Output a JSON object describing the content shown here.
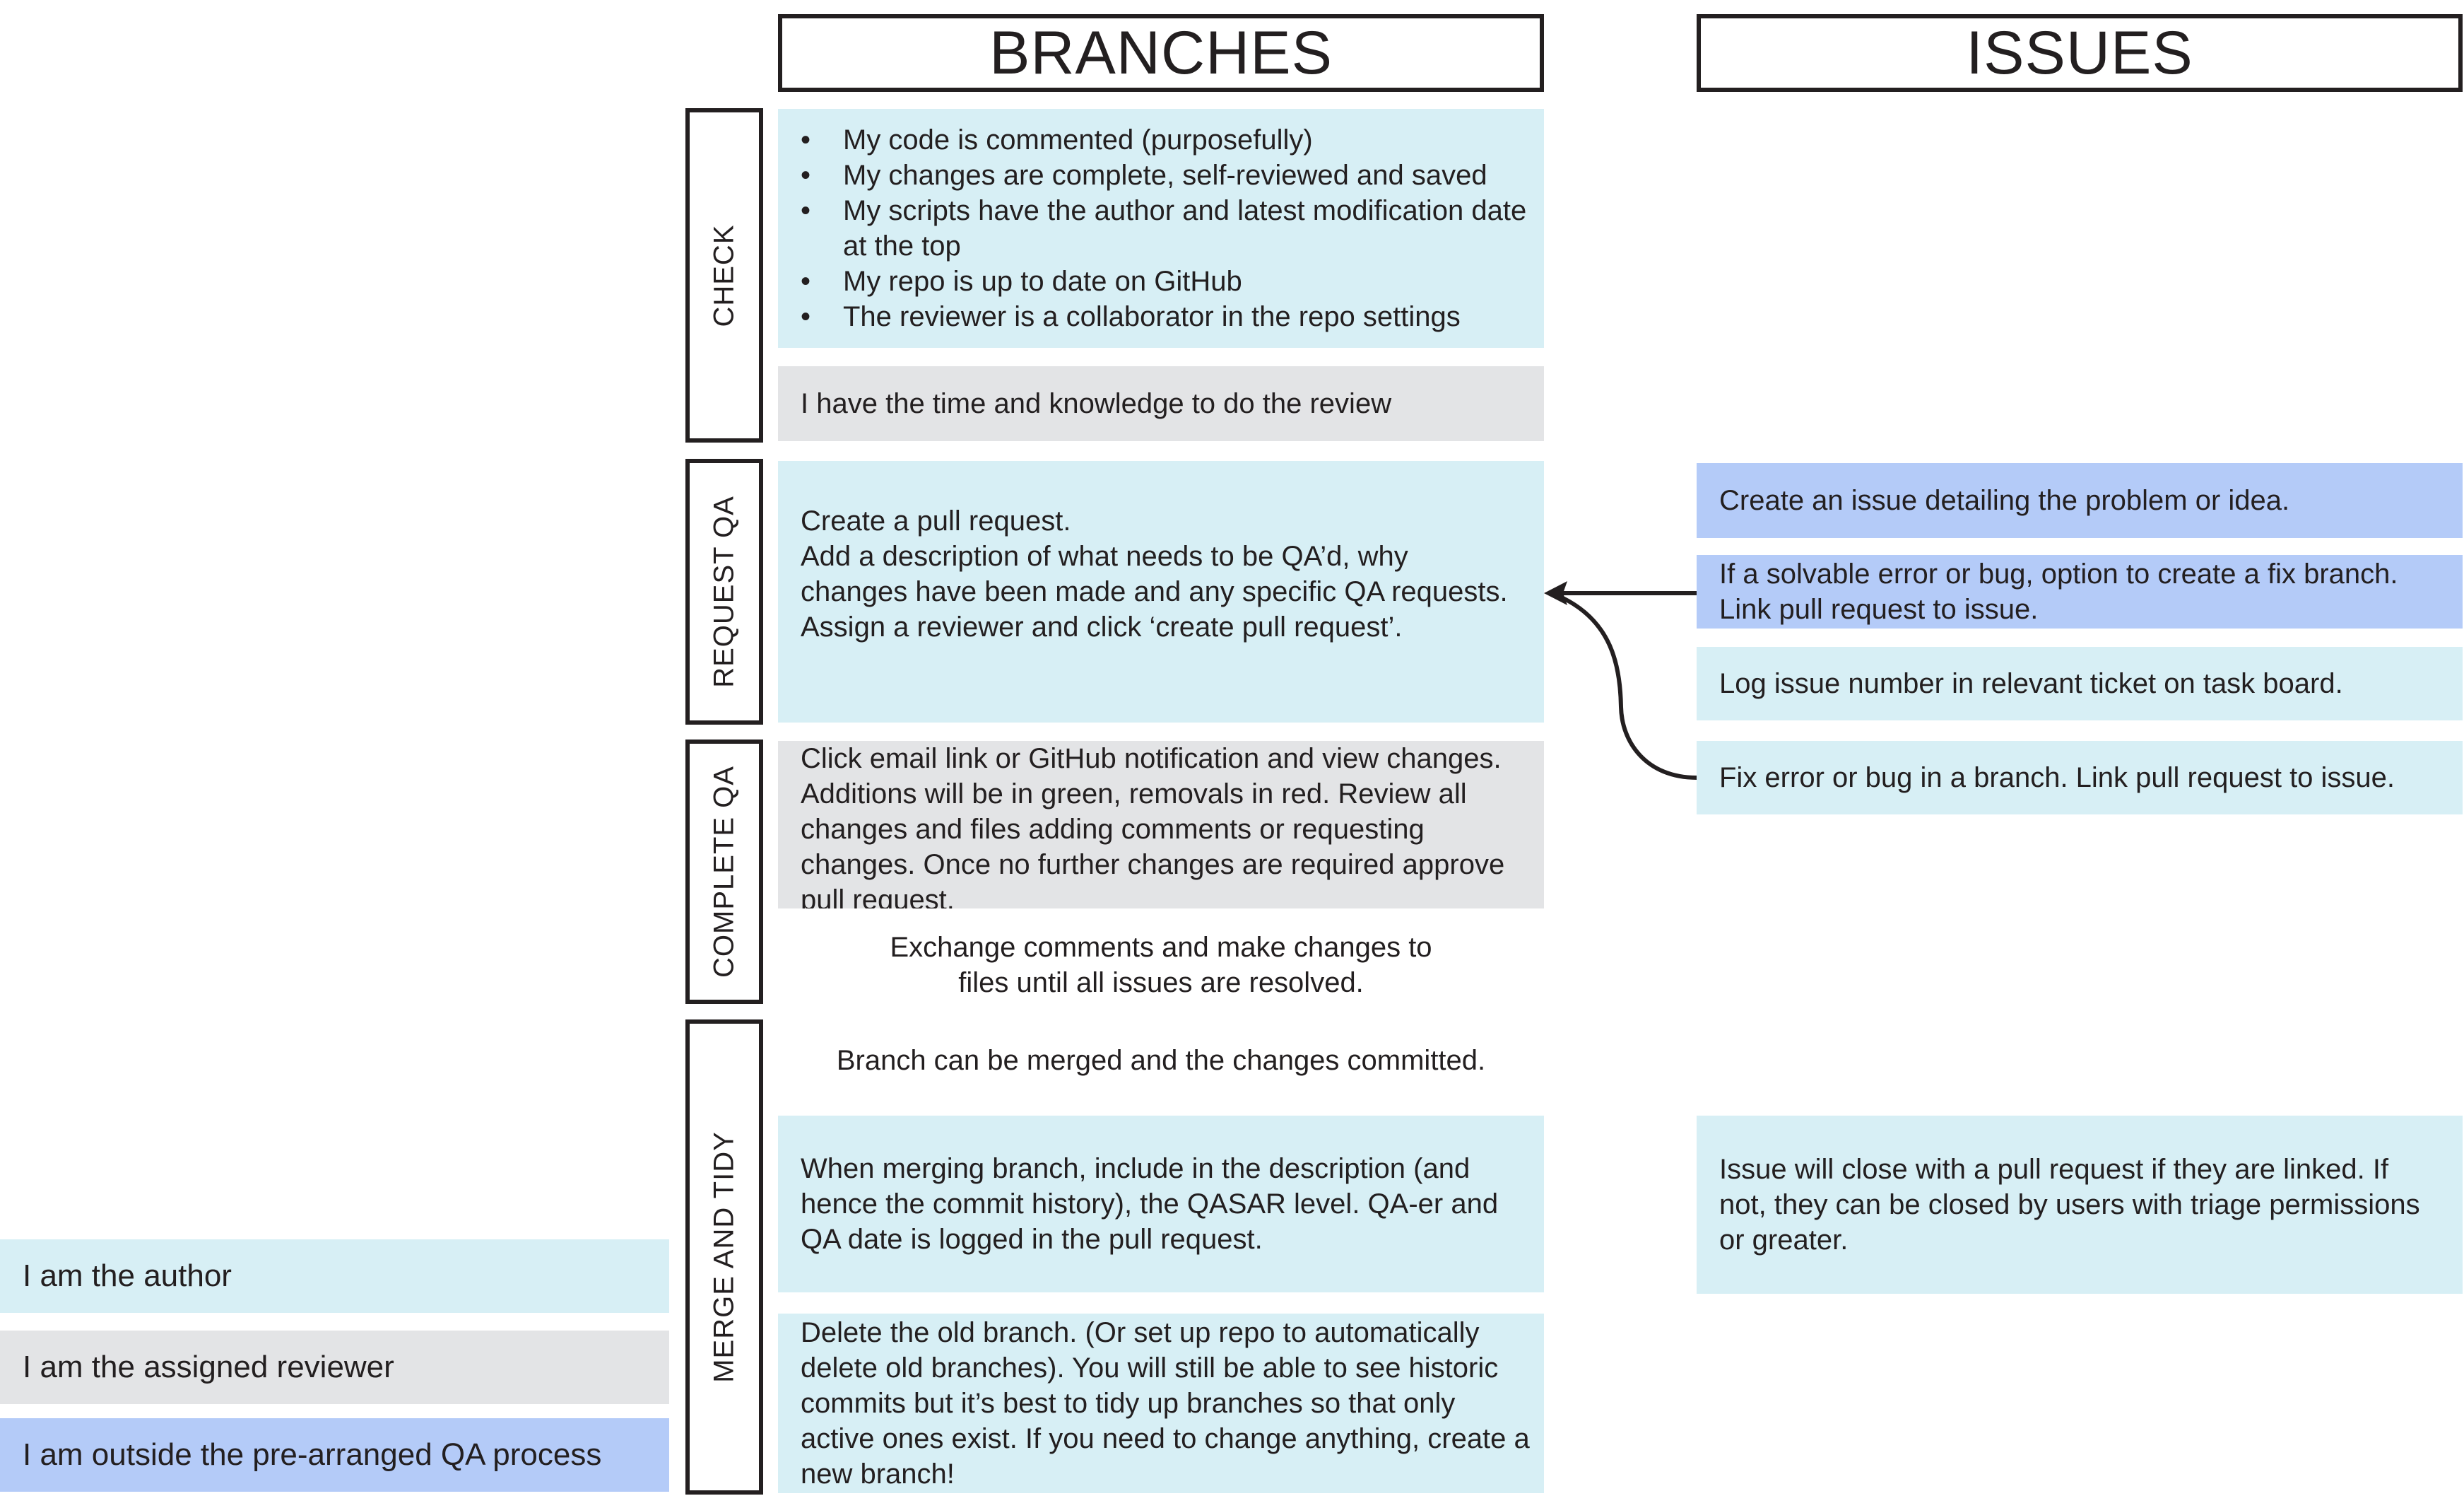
{
  "headers": {
    "branches": "BRANCHES",
    "issues": "ISSUES"
  },
  "stages": {
    "check": "CHECK",
    "request_qa": "REQUEST QA",
    "complete_qa": "COMPLETE QA",
    "merge_and_tidy": "MERGE AND TIDY"
  },
  "branches": {
    "checklist": [
      "My code is commented (purposefully)",
      "My changes are complete, self-reviewed and saved",
      "My scripts have the author and latest modification date at the top",
      "My repo is up to date on GitHub",
      "The reviewer is a collaborator in the repo settings"
    ],
    "reviewer_check": "I have the time and knowledge to do the review",
    "request_qa_lines": [
      "Create a pull request.",
      "Add a description of what needs to be QA’d, why changes have been made and any specific QA requests.",
      "Assign a reviewer and click ‘create pull request’."
    ],
    "complete_qa": "Click email link or GitHub notification and view changes. Additions will be in green, removals in red. Review all changes and files adding comments or requesting changes. Once no further changes are required approve pull request.",
    "exchange_comments": "Exchange comments and make changes to files until all issues are resolved.",
    "branch_merged": "Branch can be merged and the changes committed.",
    "merge_description": "When merging branch, include in the description (and hence the commit history), the QASAR level. QA-er and QA date is logged in the pull request.",
    "delete_branch": "Delete the old branch. (Or set up repo to automatically delete old branches). You will still be able to see historic commits but it’s best to tidy up branches so that only active ones exist. If you need to change anything, create a new branch!"
  },
  "issues": {
    "create_issue": "Create an issue detailing the problem or idea.",
    "fix_branch_option": "If a solvable error or bug, option to create a fix branch. Link pull request to issue.",
    "log_issue_number": "Log issue number in relevant ticket on task board.",
    "fix_error": "Fix error or bug in a branch. Link pull request to issue.",
    "issue_close": "Issue will close with a pull request if they are linked. If not, they can be closed by users with triage permissions or greater."
  },
  "legend": {
    "author": "I am the author",
    "reviewer": "I am the assigned reviewer",
    "outside": "I am outside the pre-arranged QA process"
  },
  "colors": {
    "author": "#d7eff5",
    "reviewer": "#e3e4e6",
    "outside": "#b4cbf8",
    "outline": "#231f20"
  }
}
